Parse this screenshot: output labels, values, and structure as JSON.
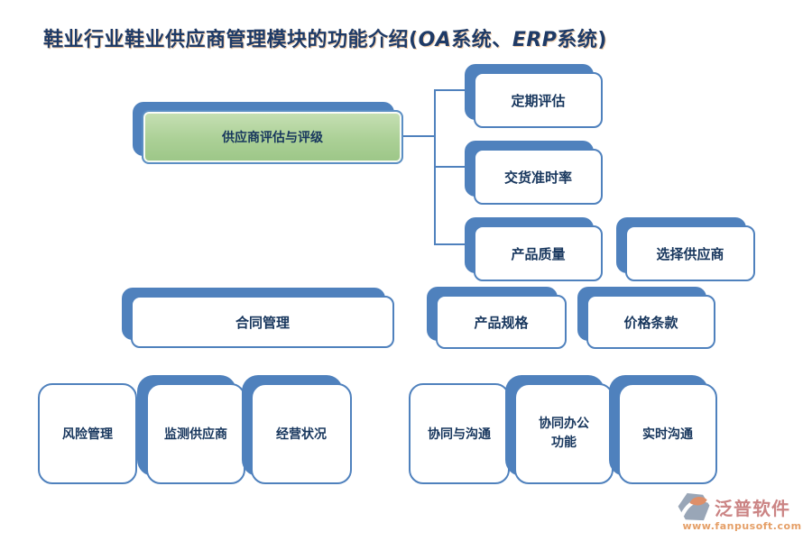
{
  "title": {
    "prefix": "鞋业行业鞋业供应商管理模块的功能介绍(",
    "oa": "OA",
    "mid": "系统、",
    "erp": "ERP",
    "suffix": "系统)"
  },
  "colors": {
    "accent_blue": "#4f81bd",
    "node_border": "#4f81bd",
    "green_fill": "#a8cd92",
    "text_navy": "#17365d",
    "title_navy": "#1e3a66",
    "title_shadow_orange": "#de8d40",
    "logo_text": "#c97e7e",
    "logo_url": "#e49a5f"
  },
  "nodes": [
    {
      "id": "supplier-evaluation",
      "label": "供应商评估与评级",
      "variant": "green",
      "shadow": true
    },
    {
      "id": "periodic-evaluation",
      "label": "定期评估",
      "variant": "white",
      "shadow": true
    },
    {
      "id": "on-time-delivery-rate",
      "label": "交货准时率",
      "variant": "white",
      "shadow": true
    },
    {
      "id": "product-quality",
      "label": "产品质量",
      "variant": "white",
      "shadow": true
    },
    {
      "id": "select-supplier",
      "label": "选择供应商",
      "variant": "white",
      "shadow": true
    },
    {
      "id": "contract-management",
      "label": "合同管理",
      "variant": "white",
      "shadow": true
    },
    {
      "id": "product-specs",
      "label": "产品规格",
      "variant": "white",
      "shadow": true
    },
    {
      "id": "price-terms",
      "label": "价格条款",
      "variant": "white",
      "shadow": true
    },
    {
      "id": "risk-management",
      "label": "风险管理",
      "variant": "white",
      "shadow": false
    },
    {
      "id": "monitor-suppliers",
      "label": "监测供应商",
      "variant": "white",
      "shadow": true
    },
    {
      "id": "operating-status",
      "label": "经营状况",
      "variant": "white",
      "shadow": true
    },
    {
      "id": "collaboration-communication",
      "label": "协同与沟通",
      "variant": "white",
      "shadow": false
    },
    {
      "id": "collaborative-office",
      "label": "协同办公\n功能",
      "variant": "white",
      "shadow": true
    },
    {
      "id": "realtime-communication",
      "label": "实时沟通",
      "variant": "white",
      "shadow": true
    }
  ],
  "edges": [
    {
      "from": "供应商评估与评级",
      "to": "定期评估"
    },
    {
      "from": "供应商评估与评级",
      "to": "交货准时率"
    },
    {
      "from": "供应商评估与评级",
      "to": "产品质量"
    }
  ],
  "logo": {
    "name": "泛普软件",
    "url": "www.fanpusoft.com"
  }
}
